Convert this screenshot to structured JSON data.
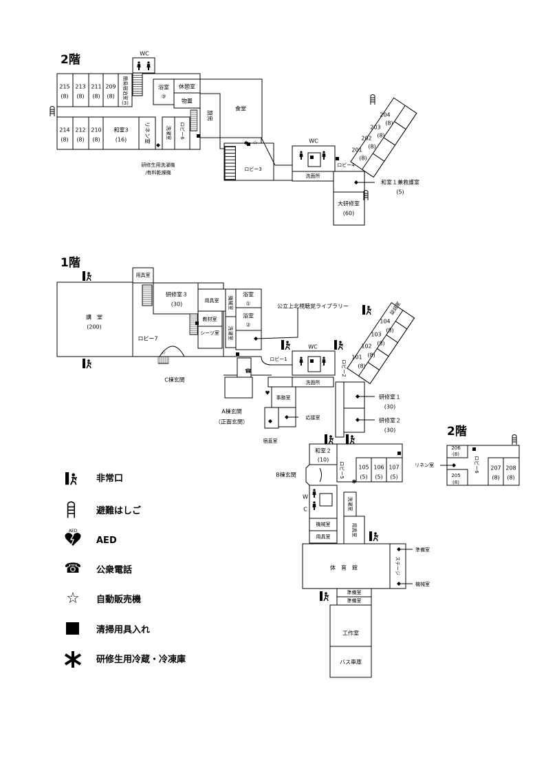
{
  "headings": {
    "floor2": "2階",
    "floor1": "1階",
    "floor2_annex": "2階"
  },
  "floor2": {
    "rooms": [
      {
        "id": "r215",
        "name": "215",
        "cap": "(8)"
      },
      {
        "id": "r213",
        "name": "213",
        "cap": "(8)"
      },
      {
        "id": "r211",
        "name": "211",
        "cap": "(8)"
      },
      {
        "id": "r209",
        "name": "209",
        "cap": "(8)"
      },
      {
        "id": "r214",
        "name": "214",
        "cap": "(8)"
      },
      {
        "id": "r212",
        "name": "212",
        "cap": "(8)"
      },
      {
        "id": "r210",
        "name": "210",
        "cap": "(8)"
      },
      {
        "id": "washitsu3",
        "name": "和室3",
        "cap": "(16)"
      },
      {
        "id": "r204",
        "name": "204",
        "cap": "(8)"
      },
      {
        "id": "r203",
        "name": "203",
        "cap": "(8)"
      },
      {
        "id": "r202",
        "name": "202",
        "cap": "(8)"
      },
      {
        "id": "r201",
        "name": "201",
        "cap": "(8)"
      },
      {
        "id": "daikenshu",
        "name": "大研修室",
        "cap": "(60)"
      }
    ],
    "labels": {
      "wc_top": "WC",
      "wc_right": "WC",
      "simple_room": "簡易宿泊室",
      "simple_cap": "(3)",
      "bath": "浴室",
      "bath_no": "③",
      "rest": "休憩室",
      "storage": "物置",
      "kitchen": "厨房",
      "dining": "食堂",
      "linen": "リネン室",
      "laundry": "洗濯室",
      "lobby6": "ロビー6",
      "lobby3": "ロビー3",
      "lobby4": "ロビー4",
      "washroom": "洗面所",
      "washer_note_1": "研修生用洗濯機",
      "washer_note_2": "/有料乾燥機",
      "washitsu1": "和室１兼救護室",
      "washitsu1_cap": "(5)"
    }
  },
  "floor1": {
    "labels": {
      "kodo": "講　堂",
      "kodo_cap": "(200)",
      "yogu_top": "用具室",
      "kenshu3": "研修室３",
      "kenshu3_cap": "(30)",
      "yogu2": "用具室",
      "kikai": "機械室",
      "bath1": "浴室",
      "bath1_no": "①",
      "bath2": "浴室",
      "bath2_no": "②",
      "kyozai": "教材室",
      "sheets": "シーツ室",
      "sentaku": "洗濯室",
      "lobby7": "ロビー7",
      "lobby1": "ロビー1",
      "wc": "WC",
      "senmen": "洗面所",
      "jimu": "事務室",
      "oosetsu": "応接室",
      "shukuchoku": "宿直室",
      "c_entrance": "C棟玄関",
      "a_entrance": "A棟玄関",
      "a_entrance_sub": "（正面玄関）",
      "library": "公立上北視聴覚ライブラリー",
      "kenshu1": "研修室１",
      "kenshu1_cap": "(30)",
      "kenshu2": "研修室２",
      "kenshu2_cap": "(30)",
      "lobby2": "ロビー2",
      "kensa": "談話室",
      "r104": "104",
      "r103": "103",
      "r102": "102",
      "r101": "101",
      "cap8": "(8)",
      "washitsu2": "和室２",
      "washitsu2_cap": "(10)",
      "b_entrance": "B棟玄関",
      "r105": "105",
      "r106": "106",
      "r107": "107",
      "cap5": "(5)",
      "lobby5": "ロビー5",
      "wc_b1": "W",
      "wc_b2": "C",
      "sentaku_b": "洗濯室",
      "kikai_b": "機械室",
      "yogu_b": "用具室",
      "yogu_b2": "用具室",
      "taiikukan": "体　育　館",
      "stage": "ステージ",
      "junbi1": "準備室",
      "kikai2": "機械室",
      "junbi2": "準備室",
      "junbi3": "準備室",
      "kosaku": "工作室",
      "bus": "バス車庫"
    }
  },
  "annex": {
    "labels": {
      "r206": "206",
      "r206c": "(8)",
      "r205": "205",
      "r205c": "(8)",
      "r207": "207",
      "r207c": "(8)",
      "r208": "208",
      "r208c": "(8)",
      "lobby6": "ロビー6",
      "linen": "リネン室"
    }
  },
  "legend": [
    {
      "icon": "emergency-exit-icon",
      "label": "非常口"
    },
    {
      "icon": "escape-ladder-icon",
      "label": "避難はしご"
    },
    {
      "icon": "aed-icon",
      "label": "AED",
      "icon_text": "AED"
    },
    {
      "icon": "public-phone-icon",
      "label": "公衆電話"
    },
    {
      "icon": "vending-machine-icon",
      "label": "自動販売機"
    },
    {
      "icon": "cleaning-supplies-icon",
      "label": "清掃用具入れ"
    },
    {
      "icon": "refrigerator-icon",
      "label": "研修生用冷蔵・冷凍庫"
    }
  ]
}
